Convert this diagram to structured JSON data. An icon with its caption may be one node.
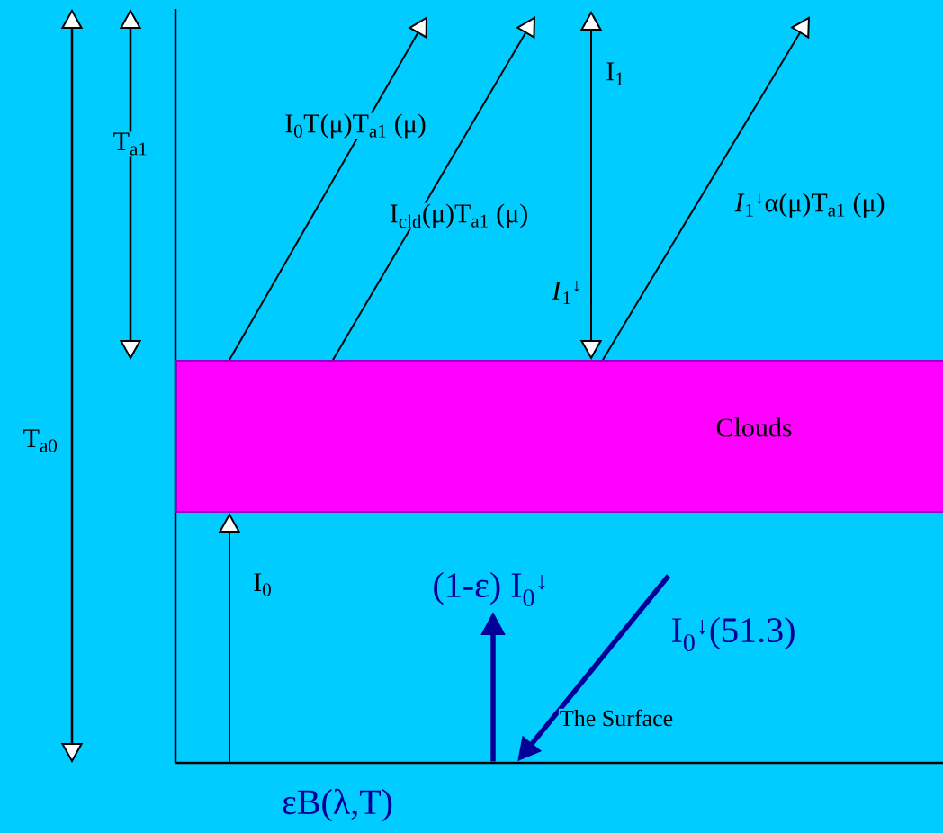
{
  "diagram": {
    "nodes": [
      {
        "text": [
          "Clouds"
        ]
      },
      {
        "text": [],
        "shape": "line"
      }
    ],
    "edges": [
      {
        "from": 1,
        "to": 0,
        "arrow": "to",
        "label": "I$_{0}$"
      },
      {
        "from": 0,
        "to": null,
        "arrow": "to",
        "label": "I$_{0}$T(μ)T$_{a1}$ (μ)"
      },
      {
        "from": 0,
        "to": null,
        "arrow": "to",
        "label": "I$_{cld}$(μ)T$_{a1}$ (μ)"
      },
      {
        "from": null,
        "to": 0,
        "arrow": "both",
        "label": "I$_{1}$"
      },
      {
        "from": 0,
        "to": null,
        "arrow": "to",
        "label": "*I*$_{1}$$^{↓}$α(μ)T$_{a1}$ (μ)"
      },
      {
        "from": 1,
        "to": null,
        "arrow": "to",
        "label": "(1-ε) I$_{0}$$^{↓}$",
        "style": "thick",
        "color": "#000099"
      },
      {
        "from": null,
        "to": 1,
        "arrow": "to",
        "label": "I$_{0}$$^{↓}$(51.3)",
        "style": "thick",
        "color": "#000099"
      }
    ],
    "labels": [
      "T$_{a1}$",
      "T$_{a0}$",
      "*I*$_{1}$$^{↓}$",
      "The Surface",
      "εB(λ,T)"
    ]
  }
}
